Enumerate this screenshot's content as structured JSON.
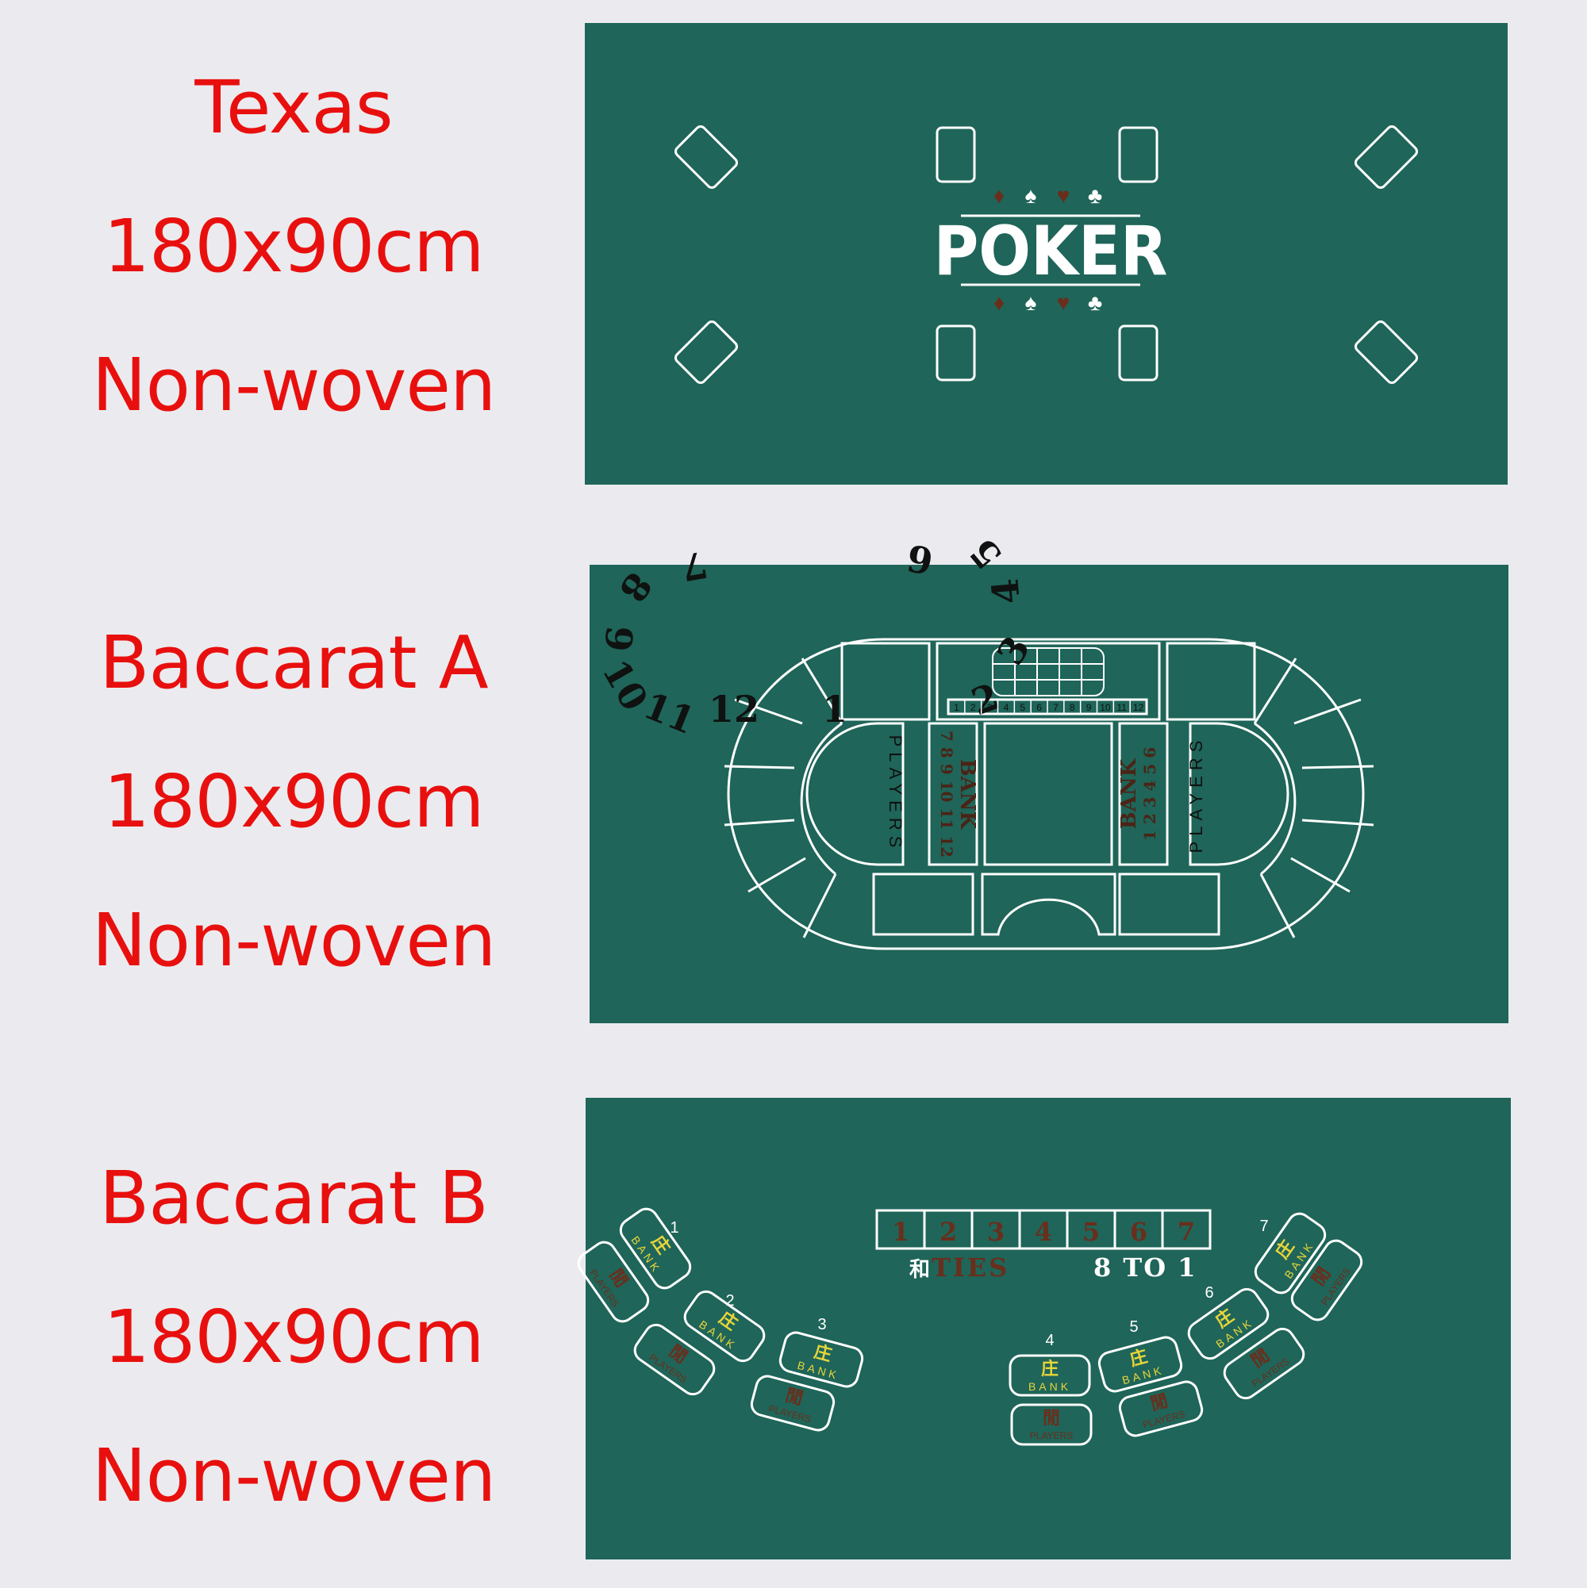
{
  "products": [
    {
      "name": "Texas",
      "size": "180x90cm",
      "material": "Non-woven"
    },
    {
      "name": "Baccarat A",
      "size": "180x90cm",
      "material": "Non-woven"
    },
    {
      "name": "Baccarat B",
      "size": "180x90cm",
      "material": "Non-woven"
    }
  ],
  "texas": {
    "logo": "POKER"
  },
  "baccarat_a": {
    "players_label": "PLAYERS",
    "bank_label": "BANK",
    "seat_numbers": [
      "1",
      "2",
      "3",
      "4",
      "5",
      "6",
      "7",
      "8",
      "9",
      "10",
      "11",
      "12"
    ],
    "left_bank_numbers": "7 8 9 10 11 12",
    "right_bank_numbers": "1 2 3 4 5 6",
    "strip_numbers": [
      "1",
      "2",
      "3",
      "4",
      "5",
      "6",
      "7",
      "8",
      "9",
      "10",
      "11",
      "12"
    ]
  },
  "baccarat_b": {
    "tie_numbers": [
      "1",
      "2",
      "3",
      "4",
      "5",
      "6",
      "7"
    ],
    "ties_han": "和",
    "ties_label": "TIES",
    "ties_odds": "8 TO 1",
    "seat_numbers": [
      "1",
      "2",
      "3",
      "4",
      "5",
      "6",
      "7"
    ],
    "bank_han": "庄",
    "bank_label": "BANK",
    "players_han": "閒",
    "players_label": "PLAYERS"
  },
  "colors": {
    "felt": "#1f6559",
    "caption_red": "#e8100e",
    "line_white": "#ffffff",
    "text_brown": "#6a2e1c",
    "text_yellow": "#e7d53a"
  }
}
